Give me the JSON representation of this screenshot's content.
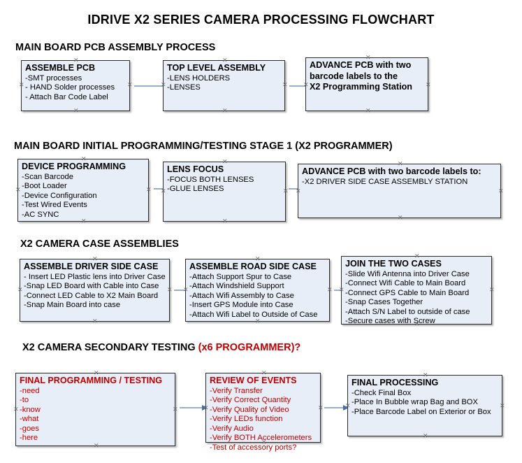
{
  "title": "IDRIVE X2  SERIES CAMERA PROCESSING FLOWCHART",
  "colors": {
    "node_fill": "#e8eef7",
    "node_border": "#2b2b2b",
    "connector": "#96b1cd",
    "connector_head": "#4472a8",
    "accent_red": "#c00000",
    "text": "#000000"
  },
  "sections": [
    {
      "id": "main-board-pcb-assembly",
      "heading": "MAIN BOARD PCB ASSEMBLY PROCESS",
      "heading_accent": "",
      "nodes": [
        {
          "id": "assemble-pcb",
          "title": "ASSEMBLE PCB",
          "lines": [
            "-SMT processes",
            "- HAND Solder processes",
            "- Attach Bar Code Label"
          ],
          "red": false
        },
        {
          "id": "top-level-assembly",
          "title": "TOP LEVEL ASSEMBLY",
          "lines": [
            "-LENS HOLDERS",
            "-LENSES"
          ],
          "red": false
        },
        {
          "id": "advance-pcb-to-programming-station",
          "title": "ADVANCE PCB with two",
          "lines": [
            "barcode labels to the",
            " X2 Programming Station"
          ],
          "red": false
        }
      ]
    },
    {
      "id": "main-board-initial-programming",
      "heading": "MAIN BOARD INITIAL PROGRAMMING/TESTING STAGE 1 (X2 PROGRAMMER)",
      "heading_accent": "",
      "nodes": [
        {
          "id": "device-programming",
          "title": "DEVICE PROGRAMMING",
          "lines": [
            "-Scan Barcode",
            "-Boot Loader",
            "-Device Configuration",
            "-Test Wired Events",
            "-AC SYNC"
          ],
          "red": false
        },
        {
          "id": "lens-focus",
          "title": "LENS FOCUS",
          "lines": [
            "-FOCUS BOTH LENSES",
            "-GLUE LENSES"
          ],
          "red": false
        },
        {
          "id": "advance-pcb-to-driver-side-case",
          "title": "ADVANCE PCB with two barcode labels to:",
          "lines": [
            "-X2 DRIVER  SIDE  CASE  ASSEMBLY STATION"
          ],
          "red": false
        }
      ]
    },
    {
      "id": "x2-camera-case-assemblies",
      "heading": "X2 CAMERA CASE ASSEMBLIES",
      "heading_accent": "",
      "nodes": [
        {
          "id": "assemble-driver-side-case",
          "title": "ASSEMBLE DRIVER SIDE CASE",
          "lines": [
            "- Insert LED Plastic lens into Driver Case",
            "-Snap LED Board with Cable into Case",
            "-Connect LED Cable to X2 Main Board",
            "-Snap Main Board into case"
          ],
          "red": false
        },
        {
          "id": "assemble-road-side-case",
          "title": "ASSEMBLE ROAD SIDE CASE",
          "lines": [
            "-Attach Support Spur to Case",
            "-Attach Windshield Support",
            "-Attach Wifi Assembly to Case",
            "-Insert GPS Module into Case",
            "-Attach Wifi Label to Outside of Case"
          ],
          "red": false
        },
        {
          "id": "join-the-two-cases",
          "title": "JOIN THE TWO CASES",
          "lines": [
            "-Slide Wifi Antenna into Driver Case",
            "-Connect Wifi Cable to Main Board",
            "-Connect GPS Cable to Main Board",
            "-Snap Cases Together",
            "-Attach S/N Label to outside of case",
            "-Secure cases with Screw"
          ],
          "red": false
        }
      ]
    },
    {
      "id": "x2-camera-secondary-testing",
      "heading": "X2 CAMERA SECONDARY TESTING ",
      "heading_accent": "(x6 PROGRAMMER)?",
      "nodes": [
        {
          "id": "final-programming-testing",
          "title": "FINAL PROGRAMMING / TESTING",
          "lines": [
            "-need",
            "-to",
            "-know",
            "-what",
            "-goes",
            "-here"
          ],
          "red": true
        },
        {
          "id": "review-of-events",
          "title": "REVIEW OF EVENTS",
          "lines": [
            "-Verify Transfer",
            "-Verify Correct Quantity",
            "-Verify Quality of Video",
            "-Verify LEDs function",
            "-Verify Audio",
            "-Verify BOTH Accelerometers",
            "-Test of accessory ports?"
          ],
          "red": true
        },
        {
          "id": "final-processing",
          "title": "FINAL PROCESSING",
          "lines": [
            " -Check Final Box",
            "-Place In Bubble wrap Bag and BOX",
            "-Place Barcode Label on Exterior or Box"
          ],
          "red": false
        }
      ]
    }
  ]
}
